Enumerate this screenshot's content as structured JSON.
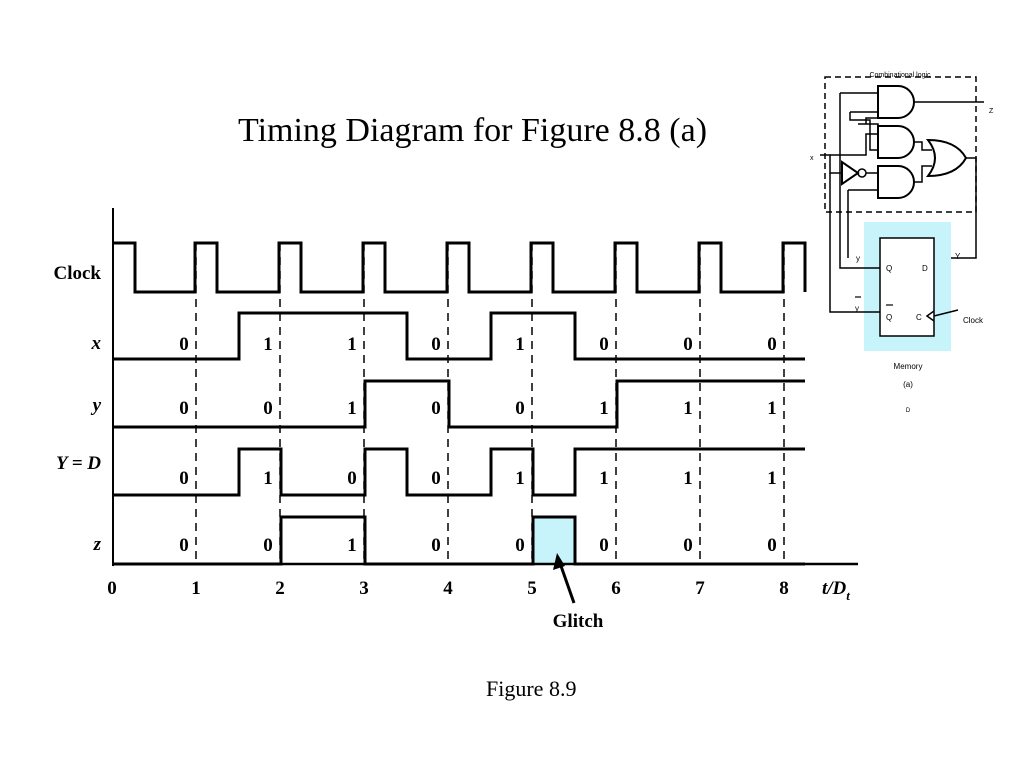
{
  "title": "Timing Diagram for Figure 8.8 (a)",
  "caption": "Figure 8.9",
  "signals": [
    {
      "name": "Clock",
      "italic": false
    },
    {
      "name": "x",
      "italic": true,
      "values": [
        "0",
        "1",
        "1",
        "0",
        "1",
        "0",
        "0",
        "0"
      ]
    },
    {
      "name": "y",
      "italic": true,
      "values": [
        "0",
        "0",
        "1",
        "0",
        "0",
        "1",
        "1",
        "1"
      ]
    },
    {
      "name": "Y = D",
      "italic": true,
      "values": [
        "0",
        "1",
        "0",
        "0",
        "1",
        "1",
        "1",
        "1"
      ]
    },
    {
      "name": "z",
      "italic": true,
      "values": [
        "0",
        "0",
        "1",
        "0",
        "0",
        "0",
        "0",
        "0"
      ]
    }
  ],
  "time_axis": {
    "ticks": [
      "0",
      "1",
      "2",
      "3",
      "4",
      "5",
      "6",
      "7",
      "8"
    ],
    "label_main": "t/D",
    "label_sub": "t"
  },
  "glitch_label": "Glitch",
  "colors": {
    "highlight": "#c6f4fa",
    "line": "#000000"
  },
  "circuit": {
    "combinational_label": "Combinational logic",
    "memory_label": "Memory",
    "sub_label": "(a)",
    "tiny_label": "D",
    "z_label": "Z",
    "x_label": "x",
    "y_label_top": "y",
    "y_label_bar": "y",
    "ff_q": "Q",
    "ff_d": "D",
    "ff_qbar": "Q",
    "ff_c": "C",
    "ff_Y": "Y",
    "clock_label": "Clock"
  }
}
